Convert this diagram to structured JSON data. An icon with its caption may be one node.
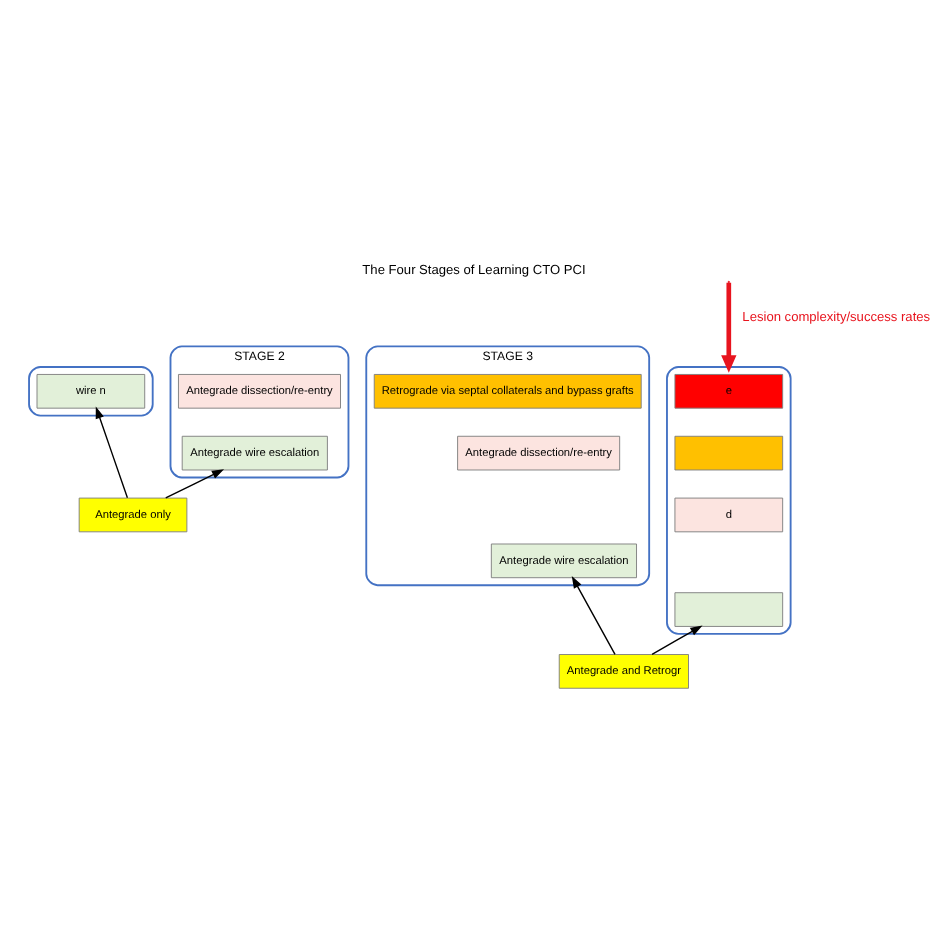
{
  "diagram": {
    "title": "The Four Stages of Learning CTO PCI",
    "nodes": [
      {
        "text": [],
        "shape": "box"
      },
      {
        "text": [
          "wire n"
        ],
        "in": 0
      },
      {
        "text": [
          "STAGE 2"
        ]
      },
      {
        "text": [
          "Antegrade dissection/re-entry"
        ],
        "in": 2
      },
      {
        "text": [
          "Antegrade wire escalation"
        ],
        "in": 2
      },
      {
        "text": [
          "STAGE 3"
        ]
      },
      {
        "text": [
          "Retrograde via septal collaterals and bypass grafts"
        ],
        "in": 5
      },
      {
        "text": [
          "Antegrade dissection/re-entry"
        ],
        "in": 5
      },
      {
        "text": [
          "Antegrade wire escalation"
        ],
        "in": 5
      },
      {
        "text": [],
        "shape": "box"
      },
      {
        "text": [
          "e"
        ],
        "in": 9
      },
      {
        "text": [],
        "shape": "box",
        "in": 9
      },
      {
        "text": [
          "d"
        ],
        "in": 9
      },
      {
        "text": [],
        "shape": "box",
        "in": 9
      },
      {
        "text": [
          "Antegrade only"
        ]
      },
      {
        "text": [
          "Antegrade and Retrogr"
        ]
      }
    ],
    "edges": [
      {
        "from": 14,
        "to": 1,
        "arrow": "to"
      },
      {
        "from": 14,
        "to": 4,
        "arrow": "to"
      },
      {
        "from": 15,
        "to": 8,
        "arrow": "to"
      },
      {
        "from": 15,
        "to": 13,
        "arrow": "to"
      },
      {
        "from": null,
        "to": 9,
        "arrow": "to",
        "label": "Lesion complexity/success rates",
        "style": "thick",
        "color": "#e8141e"
      }
    ]
  }
}
